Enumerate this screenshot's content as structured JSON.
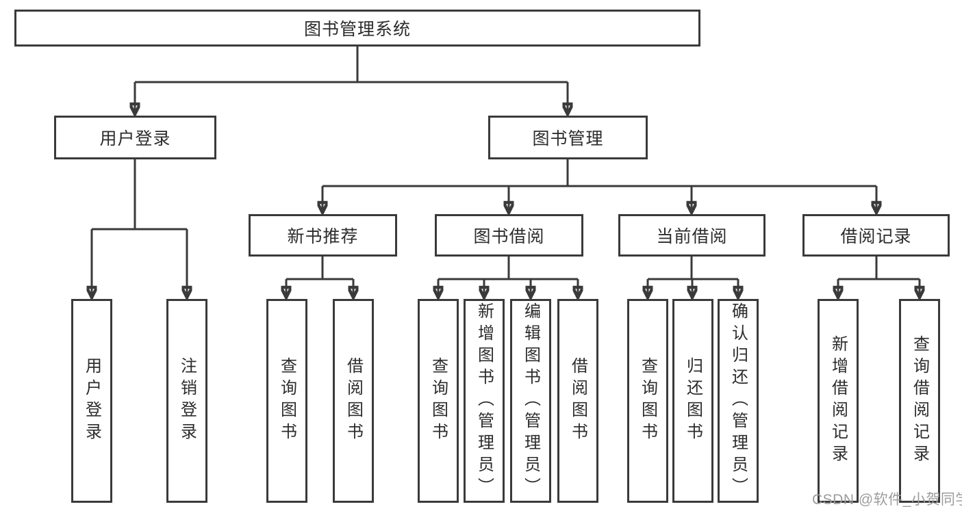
{
  "diagram_title": "图书管理系统",
  "tree": {
    "label": "图书管理系统",
    "children": [
      {
        "label": "用户登录",
        "children": [
          {
            "label": "用户登录"
          },
          {
            "label": "注销登录"
          }
        ]
      },
      {
        "label": "图书管理",
        "children": [
          {
            "label": "新书推荐",
            "children": [
              {
                "label": "查询图书"
              },
              {
                "label": "借阅图书"
              }
            ]
          },
          {
            "label": "图书借阅",
            "children": [
              {
                "label": "查询图书"
              },
              {
                "label": "新增图书（管理员）"
              },
              {
                "label": "编辑图书（管理员）"
              },
              {
                "label": "借阅图书"
              }
            ]
          },
          {
            "label": "当前借阅",
            "children": [
              {
                "label": "查询图书"
              },
              {
                "label": "归还图书"
              },
              {
                "label": "确认归还（管理员）"
              }
            ]
          },
          {
            "label": "借阅记录",
            "children": [
              {
                "label": "新增借阅记录"
              },
              {
                "label": "查询借阅记录"
              }
            ]
          }
        ]
      }
    ]
  },
  "watermark": {
    "text": "CSDN @软件_小贺同学"
  },
  "colors": {
    "line": "#3a3a3a",
    "text": "#2c2c2c",
    "watermark_text": "#9c9c9c",
    "background": "#ffffff"
  }
}
